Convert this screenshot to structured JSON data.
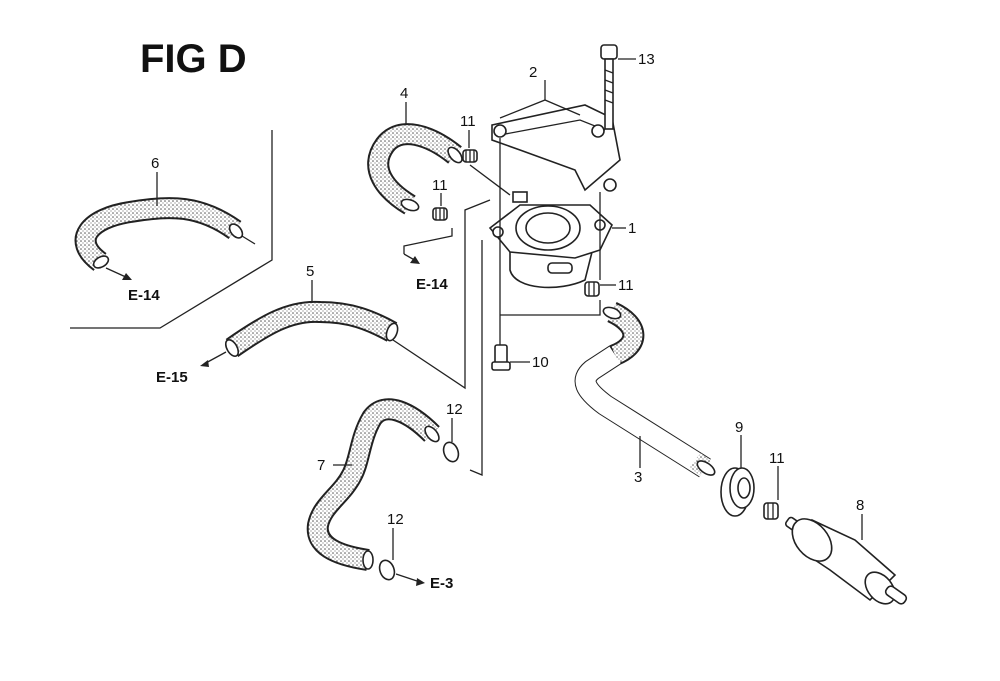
{
  "figure": {
    "title": "FIG D",
    "callouts": [
      "1",
      "2",
      "3",
      "4",
      "5",
      "6",
      "7",
      "8",
      "9",
      "10",
      "11",
      "11",
      "11",
      "11",
      "12",
      "12",
      "13"
    ],
    "references": [
      "E-14",
      "E-14",
      "E-15",
      "E-3"
    ]
  },
  "colors": {
    "ink": "#222222",
    "hose_texture": "#d8d8d8",
    "background": "#ffffff"
  }
}
